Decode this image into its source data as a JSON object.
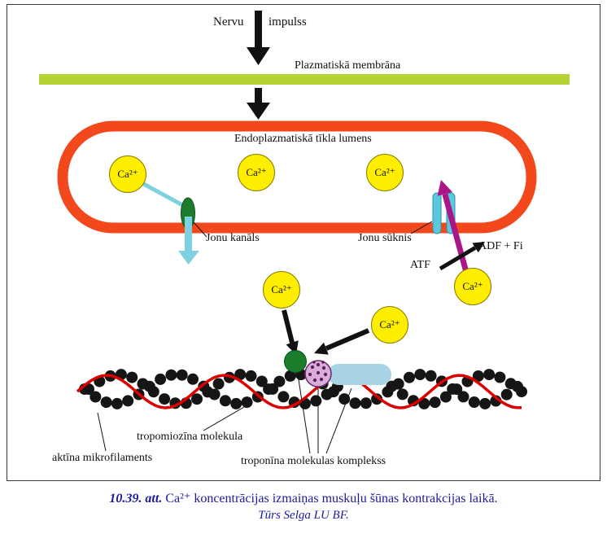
{
  "figure": {
    "labels": {
      "nerve_left": "Nervu",
      "nerve_right": "impulss",
      "plasma_membrane": "Plazmatiskā membrāna",
      "er_lumen": "Endoplazmatiskā tīkla lumens",
      "ion_channel": "Jonu kanāls",
      "ion_pump": "Jonu sūknis",
      "atf": "ATF",
      "adf_fi": "ADF + Fi",
      "ca_ion": "Ca²⁺",
      "tropomyosin": "tropomiozīna molekula",
      "actin": "aktīna mikrofilaments",
      "troponin": "troponīna molekulas komplekss"
    },
    "caption": {
      "number": "10.39. att.",
      "text": " Ca²⁺ koncentrācijas izmaiņas muskuļu šūnas kontrakcijas laikā.",
      "credit": "Tūrs Selga LU BF."
    },
    "colors": {
      "membrane_green": "#b5d335",
      "er_orange": "#f2481c",
      "calcium_yellow": "#ffee00",
      "channel_green": "#1b7d2c",
      "flow_cyan": "#7fd0e0",
      "pump_cyan": "#5bc8dc",
      "pump_magenta": "#aa1588",
      "tropomyosin_red": "#dd0000",
      "troponin_blue": "#a8d4e6",
      "troponin_purple": "#d8aed8",
      "caption_blue": "#1b1b9e"
    }
  }
}
